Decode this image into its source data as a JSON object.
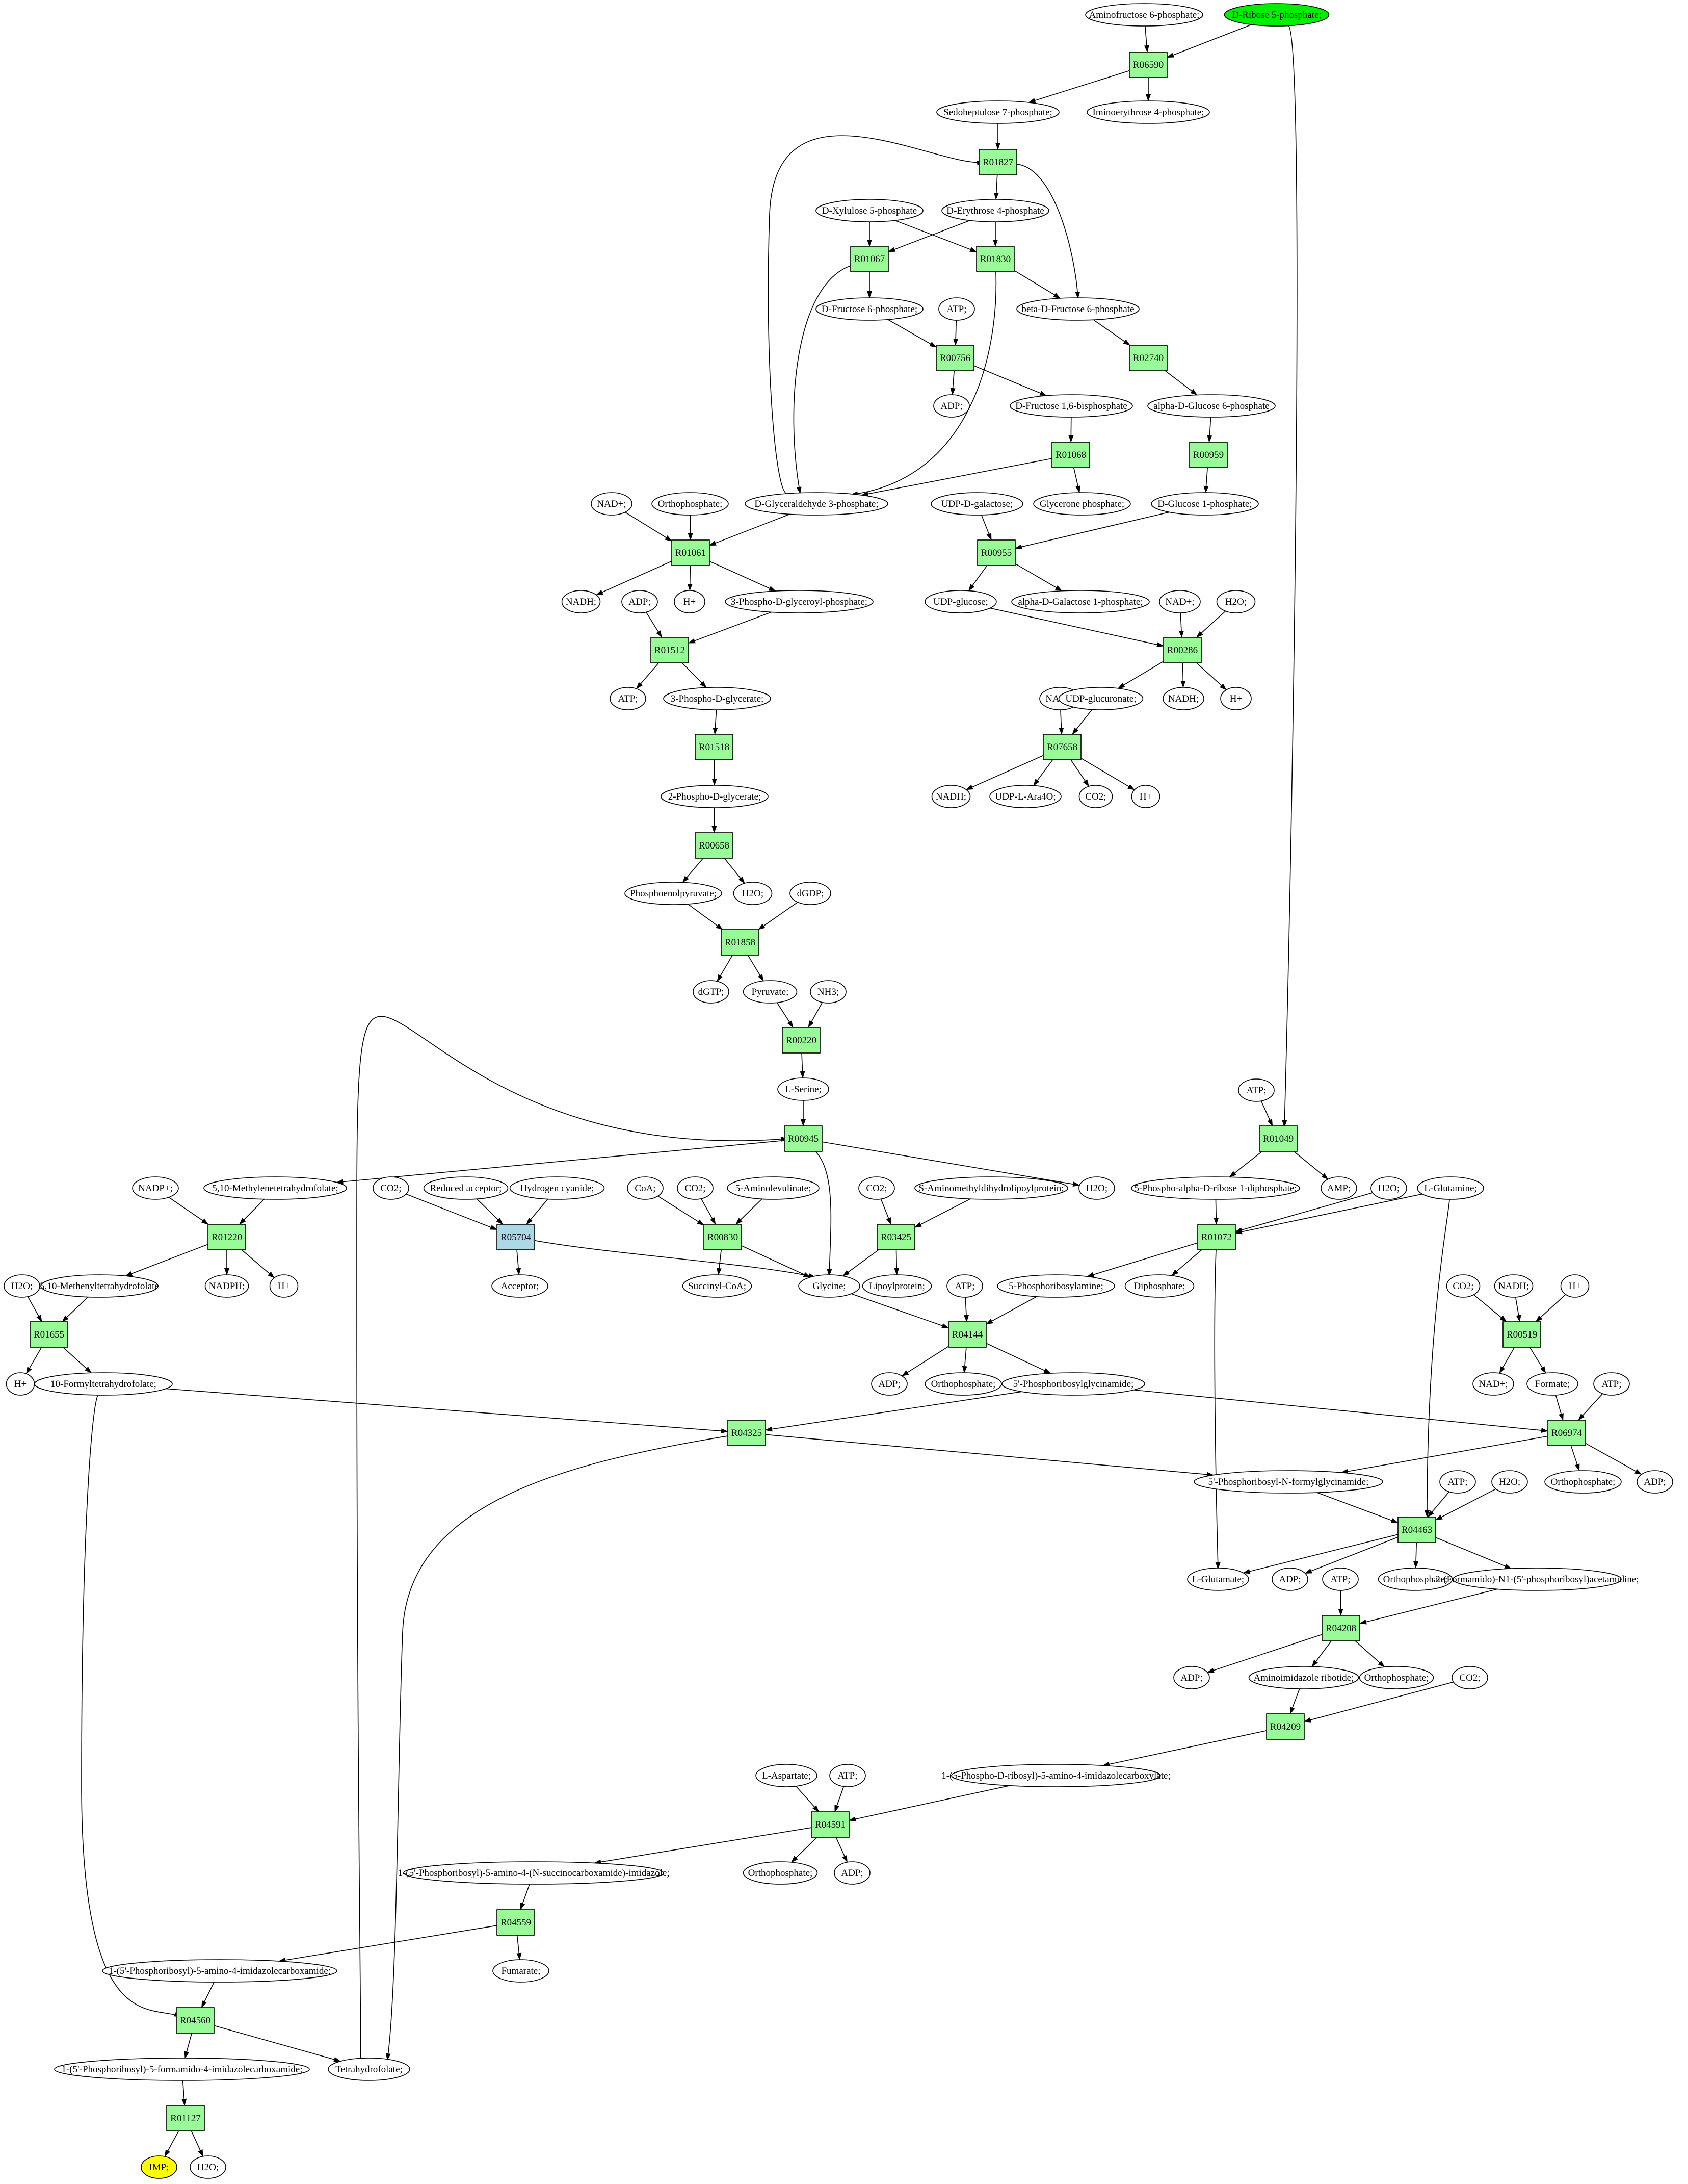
{
  "colors": {
    "reaction": "#98fb98",
    "reaction_alt": "#add8e6",
    "start": "#00ee00",
    "end": "#ffff00",
    "metabolite": "#ffffff",
    "edge": "#000000"
  },
  "nodes": {
    "R06590": "R06590",
    "R01827": "R01827",
    "R01067": "R01067",
    "R01830": "R01830",
    "R00756": "R00756",
    "R02740": "R02740",
    "R01068": "R01068",
    "R00959": "R00959",
    "R01061": "R01061",
    "R00955": "R00955",
    "R01512": "R01512",
    "R00286": "R00286",
    "R01518": "R01518",
    "R07658": "R07658",
    "R00658": "R00658",
    "R01858": "R01858",
    "R00220": "R00220",
    "R00945": "R00945",
    "R01049": "R01049",
    "R01220": "R01220",
    "R05704": "R05704",
    "R00830": "R00830",
    "R03425": "R03425",
    "R01072": "R01072",
    "R01655": "R01655",
    "R04144": "R04144",
    "R00519": "R00519",
    "R04325": "R04325",
    "R06974": "R06974",
    "R04463": "R04463",
    "R04208": "R04208",
    "R04209": "R04209",
    "R04591": "R04591",
    "R04559": "R04559",
    "R04560": "R04560",
    "R01127": "R01127",
    "m_amf6p": "Aminofructose 6-phosphate;",
    "m_r5p": "D-Ribose 5-phosphate;",
    "m_s7p": "Sedoheptulose 7-phosphate;",
    "m_ie4p": "Iminoerythrose 4-phosphate;",
    "m_x5p": "D-Xylulose 5-phosphate",
    "m_e4p": "D-Erythrose 4-phosphate",
    "m_f6p": "D-Fructose 6-phosphate;",
    "m_atp1": "ATP;",
    "m_bf6p": "beta-D-Fructose 6-phosphate",
    "m_adp1": "ADP;",
    "m_fbp": "D-Fructose 1,6-bisphosphate",
    "m_ag6p": "alpha-D-Glucose 6-phosphate",
    "m_nad1": "NAD+;",
    "m_pi1": "Orthophosphate;",
    "m_gap": "D-Glyceraldehyde 3-phosphate;",
    "m_glyp": "Glycerone phosphate;",
    "m_udpgal": "UDP-D-galactose;",
    "m_g1p": "D-Glucose 1-phosphate;",
    "m_nadh1": "NADH;",
    "m_h1": "H+",
    "m_adp2": "ADP;",
    "m_bpg": "3-Phospho-D-glyceroyl-phosphate;",
    "m_udpglc": "UDP-glucose;",
    "m_agal1p": "alpha-D-Galactose 1-phosphate;",
    "m_nad2": "NAD+;",
    "m_h2o1": "H2O;",
    "m_atp2": "ATP;",
    "m_3pg": "3-Phospho-D-glycerate;",
    "m_nad3": "NAD+;",
    "m_udpgluc": "UDP-glucuronate;",
    "m_nadh2": "NADH;",
    "m_h2": "H+",
    "m_2pg": "2-Phospho-D-glycerate;",
    "m_nadh3": "NADH;",
    "m_udpara": "UDP-L-Ara4O;",
    "m_co2a": "CO2;",
    "m_h3": "H+",
    "m_pep": "Phosphoenolpyruvate;",
    "m_h2o2": "H2O;",
    "m_dgdp": "dGDP;",
    "m_dgtp": "dGTP;",
    "m_pyr": "Pyruvate;",
    "m_nh3": "NH3;",
    "m_ser": "L-Serine;",
    "m_atp3": "ATP;",
    "m_nadp": "NADP+;",
    "m_mthf": "5,10-Methylenetetrahydrofolate;",
    "m_h2o3": "H2O;",
    "m_prpp": "5-Phospho-alpha-D-ribose 1-diphosphate;",
    "m_amp": "AMP;",
    "m_h2o4": "H2O;",
    "m_gln": "L-Glutamine;",
    "m_co2b": "CO2;",
    "m_redacc": "Reduced acceptor;",
    "m_hcn": "Hydrogen cyanide;",
    "m_coa": "CoA;",
    "m_co2c": "CO2;",
    "m_ala": "5-Aminolevulinate;",
    "m_co2d": "CO2;",
    "m_amdl": "S-Aminomethyldihydrolipoylprotein;",
    "m_h2o5": "H2O;",
    "m_methf": "5,10-Methenyltetrahydrofolate",
    "m_nadph": "NADPH;",
    "m_h4": "H+",
    "m_acc": "Acceptor;",
    "m_succoa": "Succinyl-CoA;",
    "m_gly": "Glycine;",
    "m_lipo": "Lipoylprotein;",
    "m_atp4": "ATP;",
    "m_pra": "5-Phosphoribosylamine;",
    "m_ppi": "Diphosphate;",
    "m_co2e": "CO2;",
    "m_nadh4": "NADH;",
    "m_h5": "H+",
    "m_h6": "H+",
    "m_fthf": "10-Formyltetrahydrofolate;",
    "m_adp3": "ADP;",
    "m_pi2": "Orthophosphate;",
    "m_gar": "5'-Phosphoribosylglycinamide;",
    "m_nad4": "NAD+;",
    "m_formate": "Formate;",
    "m_atp5": "ATP;",
    "m_fgar": "5'-Phosphoribosyl-N-formylglycinamide;",
    "m_pi3": "Orthophosphate;",
    "m_adp4": "ADP;",
    "m_atp6": "ATP;",
    "m_h2o6": "H2O;",
    "m_glu": "L-Glutamate;",
    "m_adp5": "ADP;",
    "m_atp7": "ATP;",
    "m_pi4": "Orthophosphate;",
    "m_fgam": "2-(Formamido)-N1-(5'-phosphoribosyl)acetamidine;",
    "m_adp6": "ADP;",
    "m_air": "Aminoimidazole ribotide;",
    "m_pi5": "Orthophosphate;",
    "m_co2f": "CO2;",
    "m_cair": "1-(5-Phospho-D-ribosyl)-5-amino-4-imidazolecarboxylate;",
    "m_asp": "L-Aspartate;",
    "m_atp8": "ATP;",
    "m_saicar": "1-(5'-Phosphoribosyl)-5-amino-4-(N-succinocarboxamide)-imidazole;",
    "m_pi6": "Orthophosphate;",
    "m_adp7": "ADP;",
    "m_aicar": "1-(5'-Phosphoribosyl)-5-amino-4-imidazolecarboxamide;",
    "m_fum": "Fumarate;",
    "m_faicar": "1-(5'-Phosphoribosyl)-5-formamido-4-imidazolecarboxamide;",
    "m_thf": "Tetrahydrofolate;",
    "m_imp": "IMP;",
    "m_h2o7": "H2O;"
  }
}
